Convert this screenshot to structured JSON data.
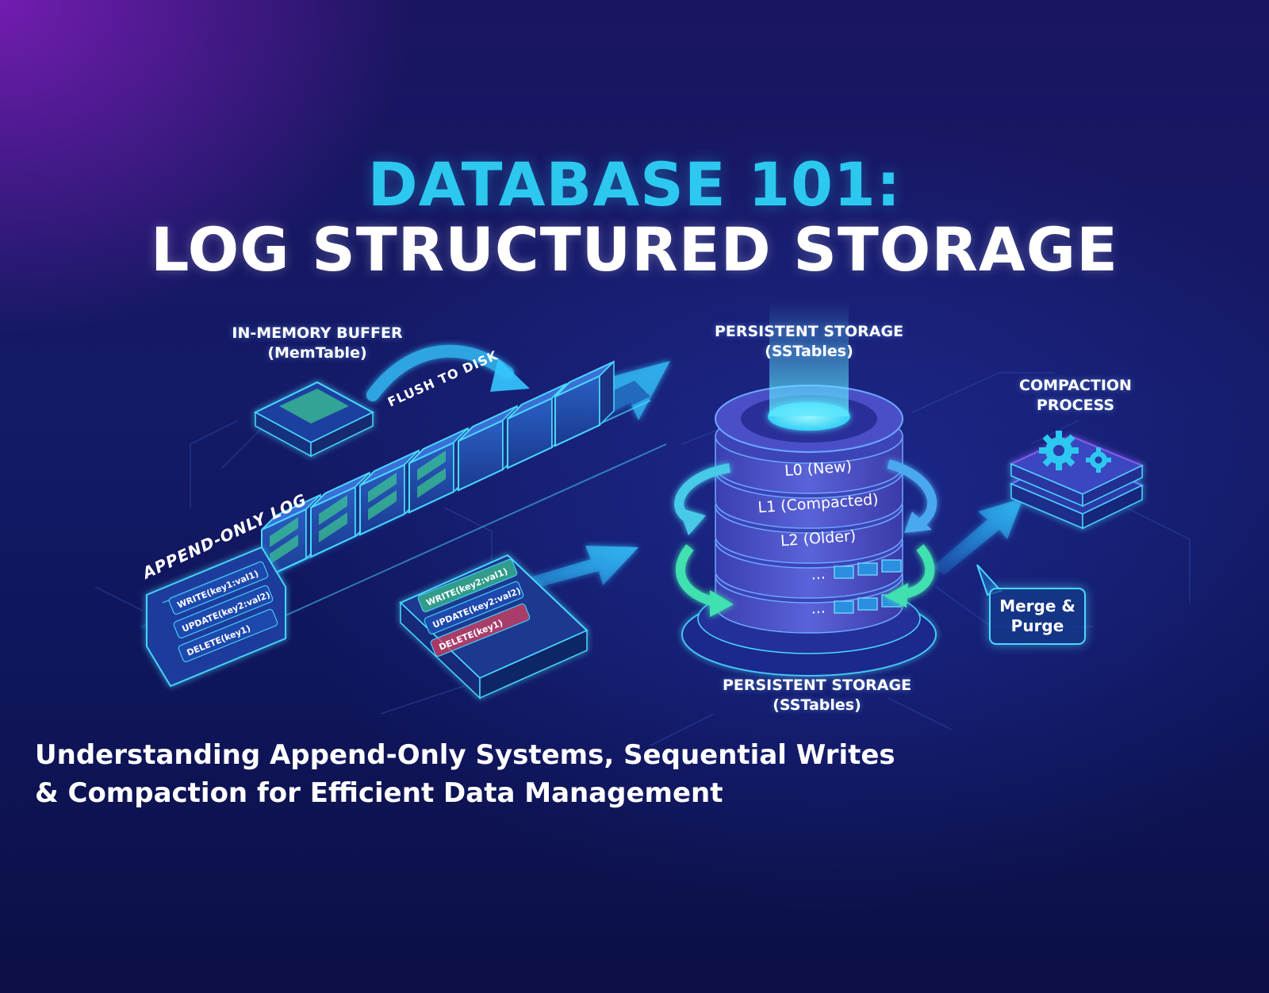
{
  "title": {
    "line1": "DATABASE 101:",
    "line2": "LOG STRUCTURED STORAGE"
  },
  "memtable": {
    "line1": "IN-MEMORY BUFFER",
    "line2": "(MemTable)"
  },
  "flush_label": "FLUSH TO DISK",
  "log_label": "APPEND-ONLY LOG",
  "log_ops": [
    "WRITE(key1:val1)",
    "UPDATE(key2:val2)",
    "DELETE(key1)"
  ],
  "batch_ops": [
    "WRITE(key2:val1)",
    "UPDATE(key2:val2)",
    "DELETE(key1)"
  ],
  "storage_top": {
    "line1": "PERSISTENT STORAGE",
    "line2": "(SSTables)"
  },
  "storage_bottom": {
    "line1": "PERSISTENT STORAGE",
    "line2": "(SSTables)"
  },
  "levels": [
    "L0 (New)",
    "L1 (Compacted)",
    "L2 (Older)",
    "...",
    "..."
  ],
  "compaction": {
    "line1": "COMPACTION",
    "line2": "PROCESS"
  },
  "merge": {
    "line1": "Merge &",
    "line2": "Purge"
  },
  "subtitle": {
    "line1": "Understanding Append-Only Systems, Sequential Writes",
    "line2": "& Compaction for Efficient Data Management"
  },
  "colors": {
    "accent": "#2cc8f0",
    "glow": "#4ad8ff",
    "green": "#3fe08a",
    "red": "#e0405a",
    "purple": "#8a5cf0"
  }
}
